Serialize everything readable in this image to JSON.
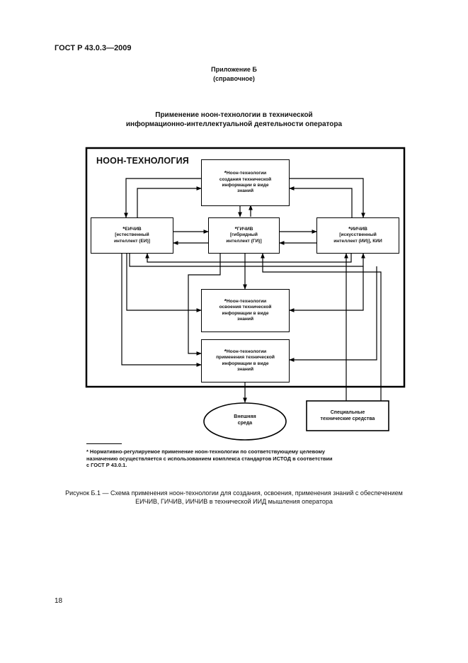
{
  "header": {
    "standard": "ГОСТ Р 43.0.3—2009"
  },
  "annex": {
    "label": "Приложение Б",
    "status": "(справочное)"
  },
  "title": {
    "line1": "Применение ноон-технологии в технической",
    "line2": "информационно-интеллектуальной деятельности оператора"
  },
  "diagram": {
    "frame_label": "НООН-ТЕХНОЛОГИЯ",
    "star": "*",
    "creation": {
      "line1": "Ноон-технологии",
      "line2": "создания технической",
      "line3": "информации в виде",
      "line4": "знаний"
    },
    "eichiv": {
      "line1": "ЕИЧИВ",
      "line2": "[естественный",
      "line3": "интеллект (ЕИ)]"
    },
    "gichiv": {
      "line1": "ГИЧИВ",
      "line2": "[гибридный",
      "line3": "интеллект (ГИ)]"
    },
    "iichiv": {
      "line1": "ИИЧИВ",
      "line2": "[искусственный",
      "line3": "интеллект (ИИ)], КИИ"
    },
    "mastering": {
      "line1": "Ноон-технологии",
      "line2": "освоения технической",
      "line3": "информации в виде",
      "line4": "знаний"
    },
    "application": {
      "line1": "Ноон-технологии",
      "line2": "применения технической",
      "line3": "информации в виде",
      "line4": "знаний"
    },
    "environment": {
      "line1": "Внешняя",
      "line2": "среда"
    },
    "tools": {
      "line1": "Специальные",
      "line2": "технические средства"
    }
  },
  "footnote": {
    "line1": "* Нормативно-регулируемое применение ноон-технологии по соответствующему целевому",
    "line2": "назначению осуществляется с использованием комплекса стандартов ИСТОД в соответствии",
    "line3": "с ГОСТ Р 43.0.1."
  },
  "caption": {
    "line1": "Рисунок Б.1 — Схема применения ноон-технологии для создания, освоения, применения знаний с обеспечением",
    "line2": "ЕИЧИВ, ГИЧИВ, ИИЧИВ в технической ИИД мышления оператора"
  },
  "page_number": "18"
}
